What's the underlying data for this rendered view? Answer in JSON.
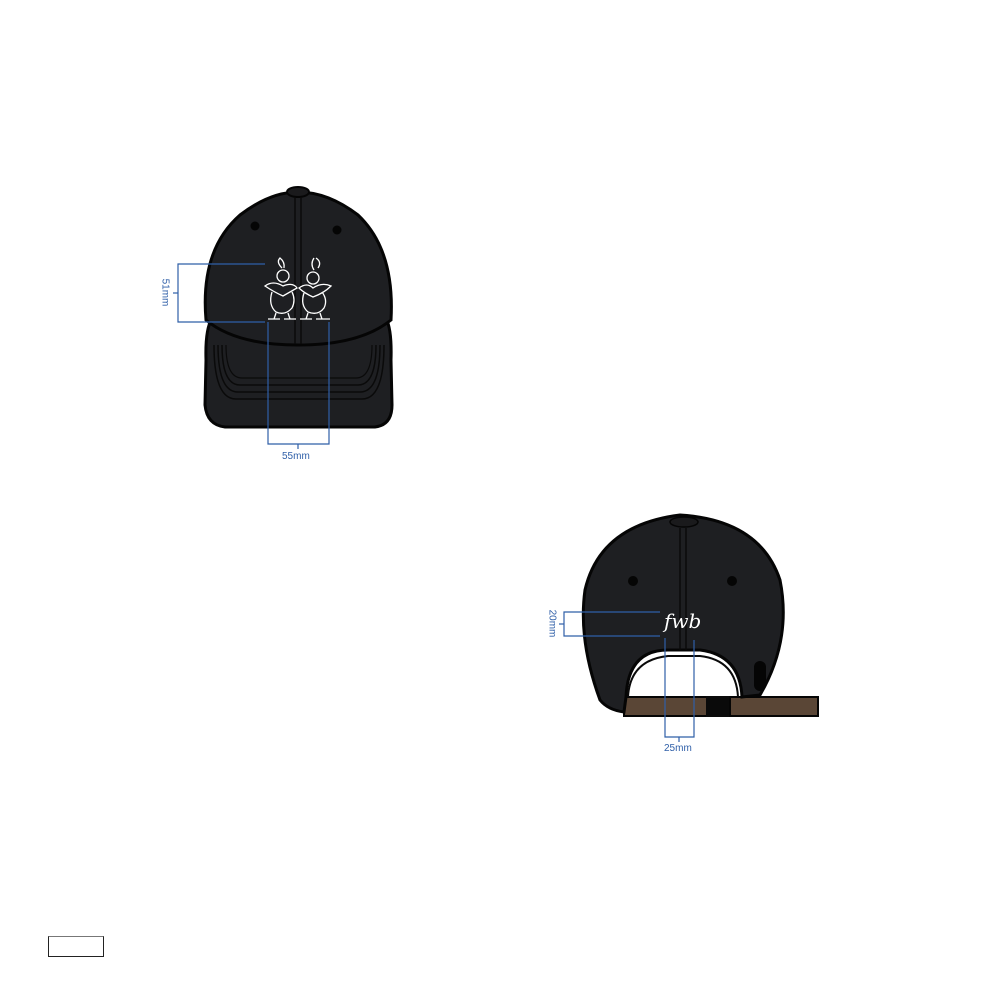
{
  "colors": {
    "cap_fill": "#1e1f22",
    "cap_outline": "#050505",
    "dimension_line": "#2f5fa8",
    "strap": "#5a4636",
    "embroidery": "#ffffff",
    "background": "#ffffff"
  },
  "front_view": {
    "logo": "two-roosters-embroidery",
    "height_dimension": {
      "label": "51mm",
      "orientation": "vertical"
    },
    "width_dimension": {
      "label": "55mm",
      "orientation": "horizontal"
    }
  },
  "back_view": {
    "logo_text": "fwb",
    "height_dimension": {
      "label": "20mm",
      "orientation": "vertical"
    },
    "width_dimension": {
      "label": "25mm",
      "orientation": "horizontal"
    }
  },
  "legend_box": {
    "label": ""
  }
}
